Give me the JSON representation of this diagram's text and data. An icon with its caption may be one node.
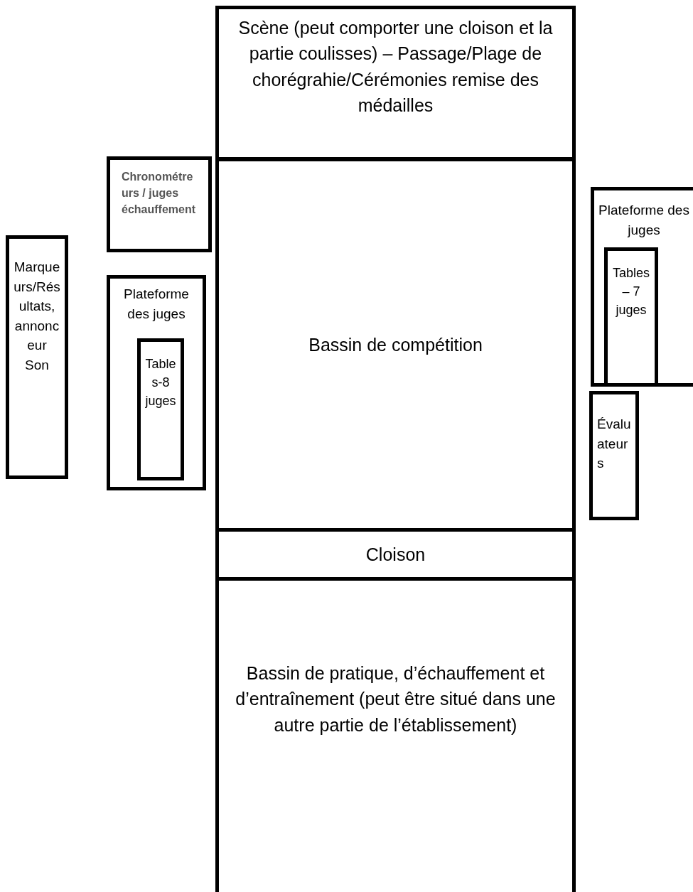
{
  "diagram": {
    "nodes": [
      {
        "text": [
          "Scène (peut comporter une cloison et la partie coulisses) – Passage/Plage de chorégrahie/Cérémonies remise des médailles"
        ]
      },
      {
        "text": [
          "Chronométreurs / juges échauffement"
        ]
      },
      {
        "text": [
          "Plateforme des juges"
        ]
      },
      {
        "text": [
          "Tables-8 juges"
        ],
        "in": 2
      },
      {
        "text": [
          "Bassin de compétition"
        ]
      },
      {
        "text": [
          "Marqueurs/Résultats, annonceur",
          "Son"
        ]
      },
      {
        "text": [
          "Plateforme des juges"
        ]
      },
      {
        "text": [
          "Tables – 7 juges"
        ],
        "in": 6
      },
      {
        "text": [
          "Évaluateurs"
        ]
      },
      {
        "text": [
          "Cloison"
        ]
      },
      {
        "text": [
          "Bassin de pratique, d’échauffement et d’entraînement (peut être situé dans une autre partie de l’établissement)"
        ]
      }
    ],
    "edges": []
  }
}
